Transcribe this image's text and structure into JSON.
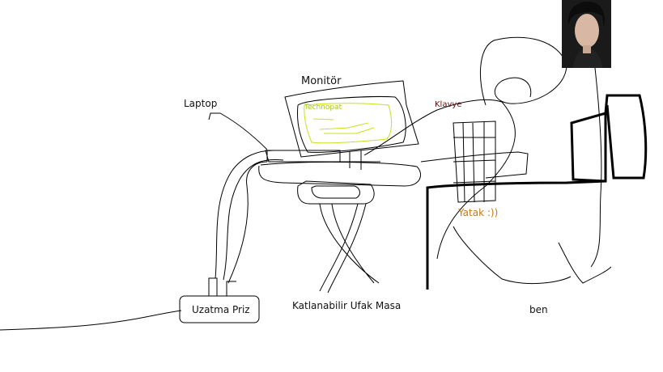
{
  "labels": {
    "laptop": "Laptop",
    "monitor": "Monitör",
    "monitor_brand": "Technopat",
    "keyboard": "Klavye",
    "bed": "Yatak :))",
    "power_strip": "Uzatma Priz",
    "table": "Katlanabilir Ufak Masa",
    "me": "ben"
  },
  "colors": {
    "ink": "#000000",
    "brand_text": "#a8c81a",
    "screen_scribble": "#c8e020",
    "keyboard_text": "#5a1010",
    "bed_text_1": "#c07a10",
    "bed_text_2": "#2050c0"
  }
}
